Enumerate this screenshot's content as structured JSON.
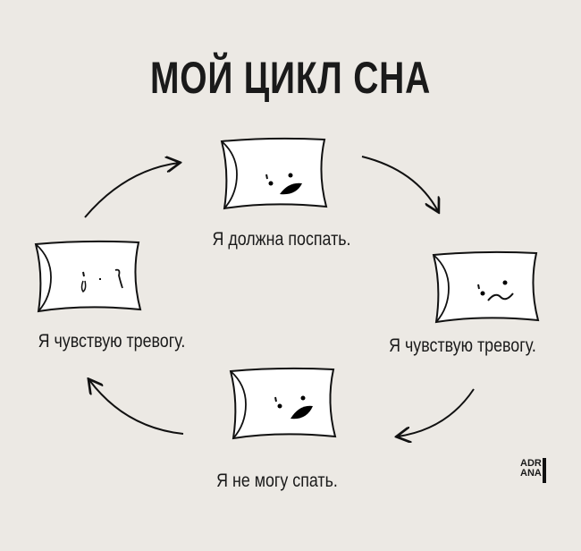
{
  "title": "МОЙ ЦИКЛ СНА",
  "steps": [
    {
      "label": "Я должна поспать.",
      "face": "content"
    },
    {
      "label": "Я чувствую тревогу.",
      "face": "worried"
    },
    {
      "label": "Я не могу спать.",
      "face": "content"
    },
    {
      "label": "Я чувствую тревогу.",
      "face": "crying"
    }
  ],
  "signature": {
    "line1": "ADR",
    "line2": "ANA"
  }
}
